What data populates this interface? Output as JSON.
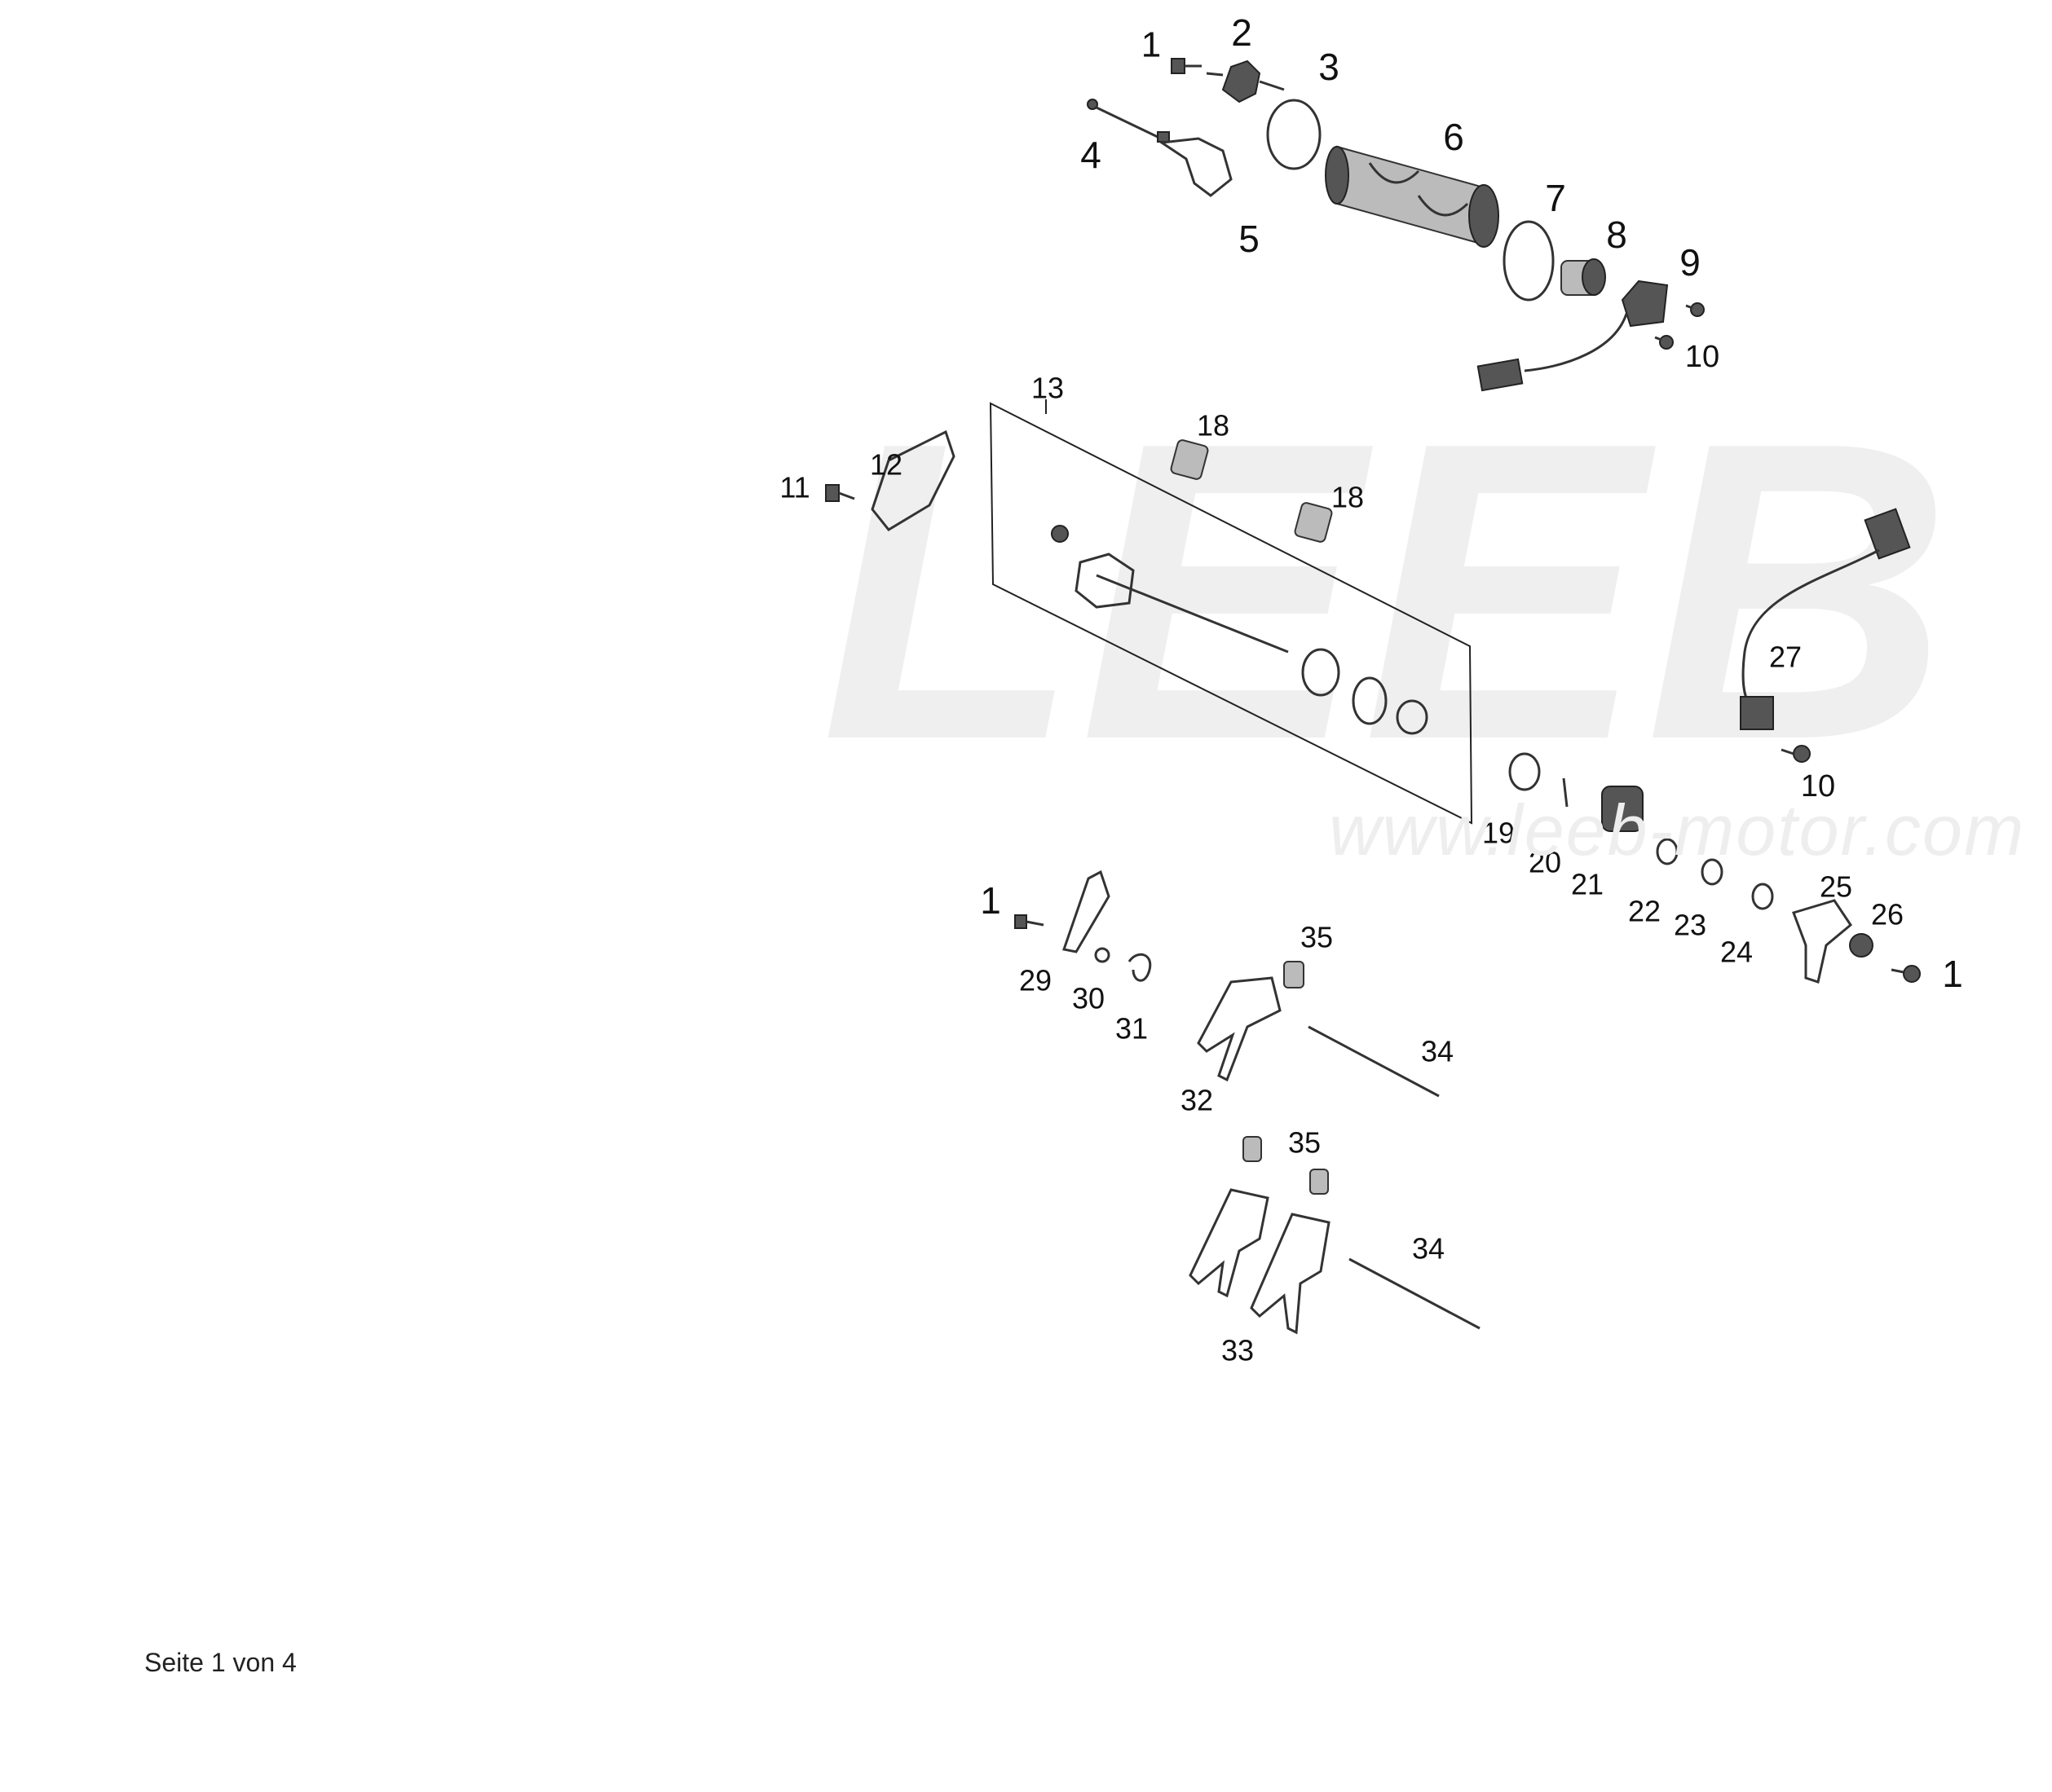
{
  "watermark": {
    "logo": "LEEB",
    "url": "www.leeb-motor.com"
  },
  "footer": {
    "text": "Seite 1 von 4"
  },
  "callouts": {
    "c1a": "1",
    "c2": "2",
    "c3": "3",
    "c4": "4",
    "c5": "5",
    "c6": "6",
    "c7": "7",
    "c8": "8",
    "c9": "9",
    "c10a": "10",
    "c11": "11",
    "c12": "12",
    "c13": "13",
    "c18a": "18",
    "c18b": "18",
    "c27": "27",
    "c10b": "10",
    "c19": "19",
    "c20": "20",
    "c21": "21",
    "c22": "22",
    "c23": "23",
    "c24": "24",
    "c25": "25",
    "c26": "26",
    "c1c": "1",
    "c1b": "1",
    "c29": "29",
    "c30": "30",
    "c31": "31",
    "c32": "32",
    "c35a": "35",
    "c34a": "34",
    "c35b": "35",
    "c34b": "34",
    "c33": "33"
  },
  "colors": {
    "watermark": "#eeeeee",
    "text": "#111111",
    "parts": "#333333"
  }
}
